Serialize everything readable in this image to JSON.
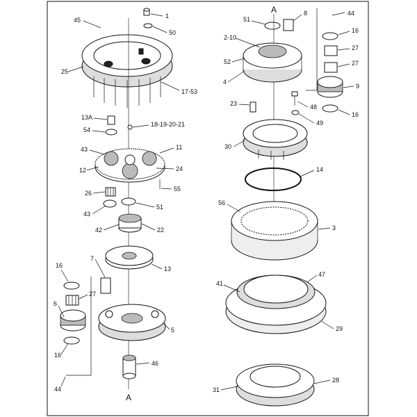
{
  "diagram": {
    "labels": {
      "n1": "1",
      "n50": "50",
      "n45": "45",
      "n25": "25",
      "n17_53": "17-53",
      "n13A": "13A",
      "n54": "54",
      "n18_21": "18-19-20-21",
      "n43a": "43",
      "n11": "11",
      "n12": "12",
      "n24": "24",
      "n55": "55",
      "n26": "26",
      "n43b": "43",
      "n51b": "51",
      "n42": "42",
      "n22": "22",
      "n7": "7",
      "n13": "13",
      "n16a": "16",
      "n27a": "27",
      "n6": "6",
      "n16b": "16",
      "n5": "5",
      "n46": "46",
      "n44b": "44",
      "A_bottom": "A",
      "A_top": "A",
      "n8": "8",
      "n44a": "44",
      "n51a": "51",
      "n2_10": "2-10",
      "n16c": "16",
      "n27b": "27",
      "n27c": "27",
      "n52": "52",
      "n4": "4",
      "n9": "9",
      "n23": "23",
      "n48": "48",
      "n16d": "16",
      "n49": "49",
      "n30": "30",
      "n14": "14",
      "n56": "56",
      "n3": "3",
      "n47": "47",
      "n41": "41",
      "n29": "29",
      "n28": "28",
      "n31": "31"
    }
  }
}
